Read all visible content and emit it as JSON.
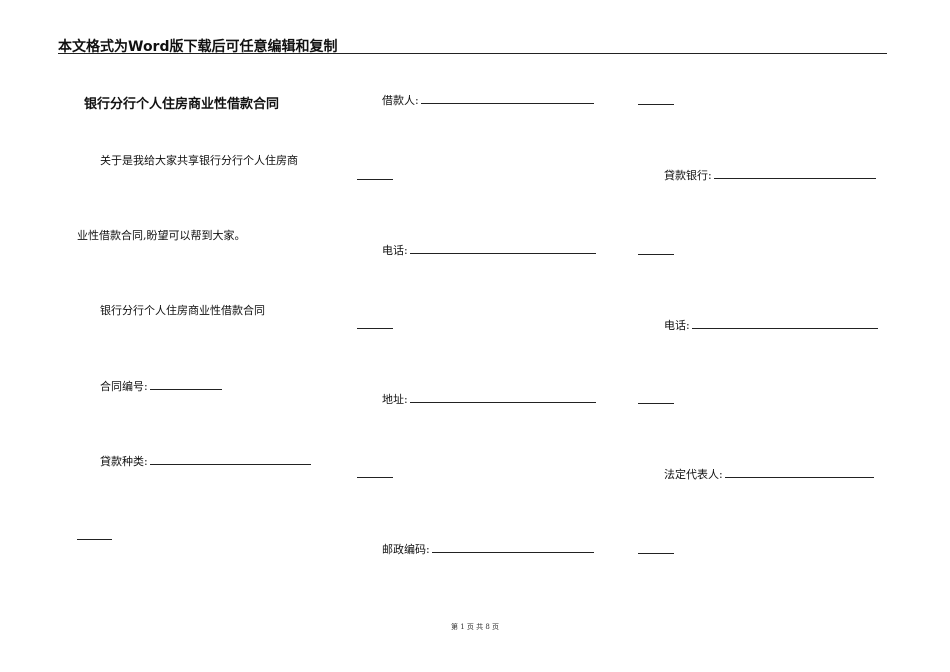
{
  "header": {
    "text": "本文格式为Word版下载后可任意编辑和复制"
  },
  "col1": {
    "title": "银行分行个人住房商业性借款合同",
    "intro_line1": "关于是我给大家共享银行分行个人住房商",
    "intro_line2": "业性借款合同,盼望可以帮到大家。",
    "subtitle": "银行分行个人住房商业性借款合同",
    "contract_no_label": "合同编号:",
    "loan_type_label": "貸款种类:"
  },
  "col2": {
    "borrower_label": "借款人:",
    "phone_label": "电话:",
    "address_label": "地址:",
    "postcode_label": "邮政编码:"
  },
  "col3": {
    "lender_label": "貸款银行:",
    "phone_label": "电话:",
    "legal_rep_label": "法定代表人:"
  },
  "footer": {
    "text": "第 1 页 共 8 页"
  }
}
